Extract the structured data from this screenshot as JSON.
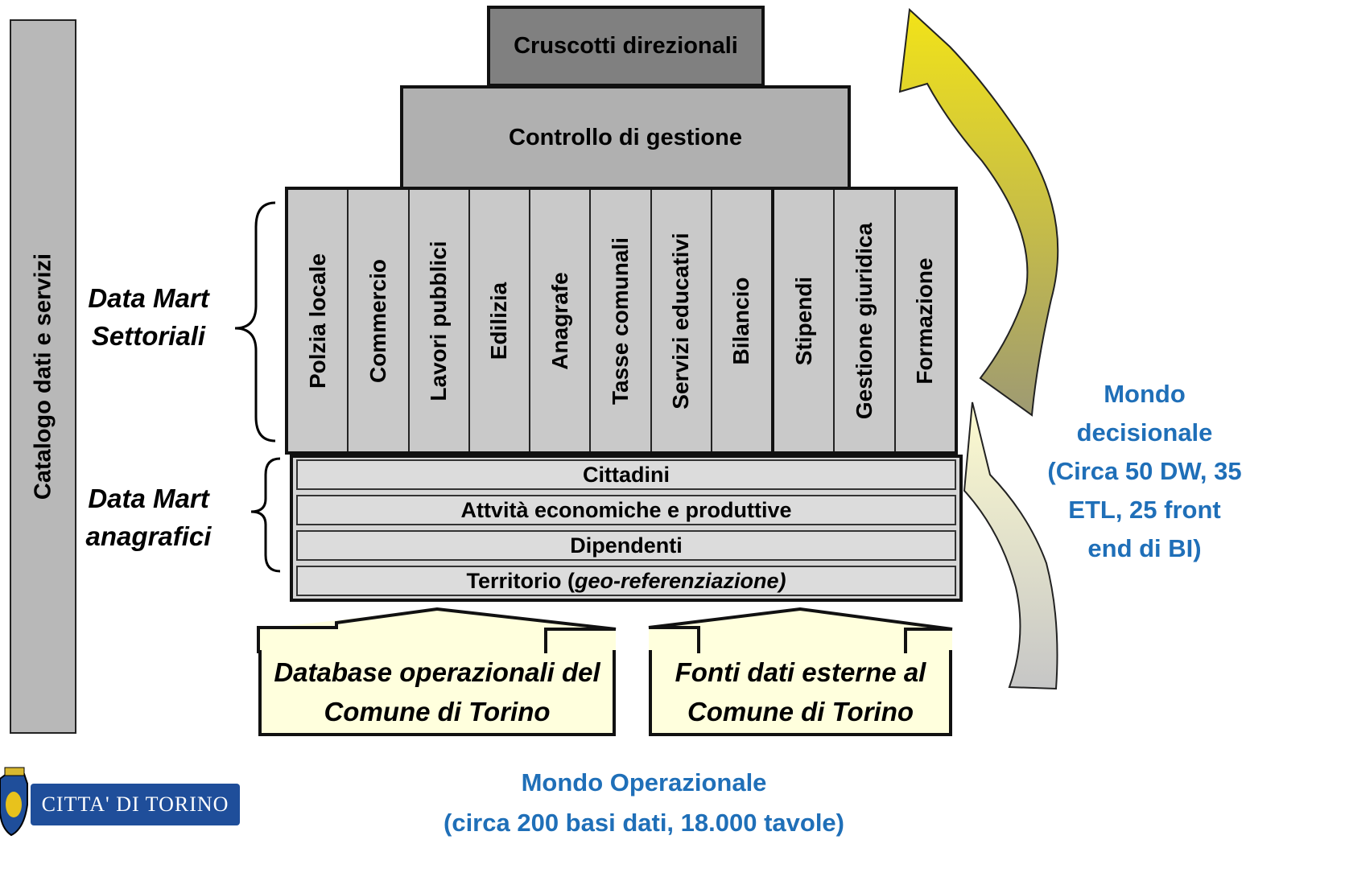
{
  "sidebar": {
    "label": "Catalogo dati e servizi"
  },
  "pyramid": {
    "top": "Cruscotti direzionali",
    "second": "Controllo di gestione"
  },
  "data_mart_settoriali": {
    "label_line1": "Data Mart",
    "label_line2": "Settoriali",
    "columns": [
      "Polzia locale",
      "Commercio",
      "Lavori pubblici",
      "Edilizia",
      "Anagrafe",
      "Tasse comunali",
      "Servizi educativi",
      "Bilancio",
      "Stipendi",
      "Gestione giuridica",
      "Formazione"
    ]
  },
  "data_mart_anagrafici": {
    "label_line1": "Data Mart",
    "label_line2": "anagrafici",
    "rows": [
      "Cittadini",
      "Attvità economiche e produttive",
      "Dipendenti"
    ],
    "territorio_prefix": "Territorio (",
    "territorio_italic": "geo-referenziazione)"
  },
  "sources": {
    "left_line1": "Database operazionali del",
    "left_line2": "Comune di Torino",
    "right_line1": "Fonti dati esterne al",
    "right_line2": "Comune di Torino"
  },
  "mondo_decisionale": {
    "line1": "Mondo",
    "line2": "decisionale",
    "line3": "(Circa 50 DW, 35",
    "line4": "ETL, 25 front",
    "line5": "end di BI)"
  },
  "mondo_operazionale": {
    "line1": "Mondo Operazionale",
    "line2": "(circa 200 basi dati, 18.000 tavole)"
  },
  "logo": {
    "text": "CITTA' DI TORINO"
  },
  "colors": {
    "blue_text": "#1f6fb8",
    "top_box": "#808080",
    "second_box": "#b0b0b0",
    "source_fill": "#ffffdd",
    "arrow_yellow": "#f2e318"
  }
}
